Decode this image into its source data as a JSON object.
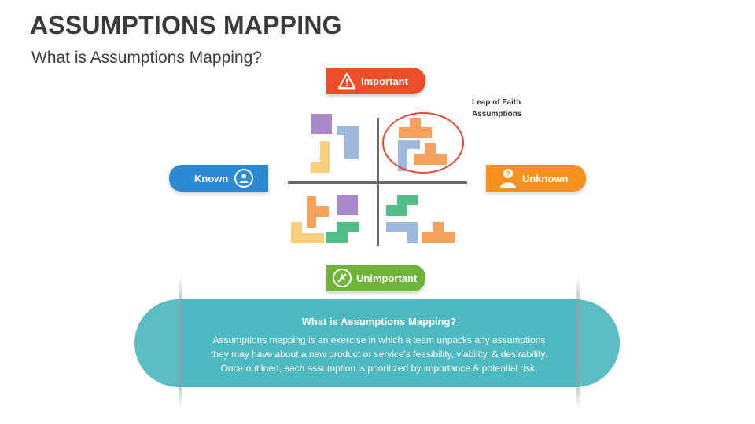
{
  "header": {
    "title": "ASSUMPTIONS MAPPING",
    "subtitle": "What is Assumptions Mapping?"
  },
  "matrix": {
    "top_label": "Important",
    "bottom_label": "Unimportant",
    "left_label": "Known",
    "right_label": "Unknown",
    "annotation_line1": "Leap of Faith",
    "annotation_line2": "Assumptions",
    "colors": {
      "important": "#ec4f28",
      "unimportant": "#6fb33b",
      "known": "#2b8ad3",
      "unknown": "#f5921f",
      "purple": "#a988c9",
      "blue": "#9fb8dd",
      "yellow": "#f7d17a",
      "orange": "#f5a25d",
      "green": "#4fbf86",
      "circle": "#e24a35"
    },
    "icons": {
      "important": "warning-triangle-icon",
      "unimportant": "crossed-circle-icon",
      "known": "user-icon",
      "unknown": "question-user-icon"
    }
  },
  "definition": {
    "title": "What is Assumptions Mapping?",
    "line1": "Assumptions mapping is an exercise in which a team unpacks any assumptions",
    "line2": "they may have about a new product or service's feasibility, viability, & desirability.",
    "line3": "Once outlined, each assumption is prioritized by importance & potential risk."
  }
}
